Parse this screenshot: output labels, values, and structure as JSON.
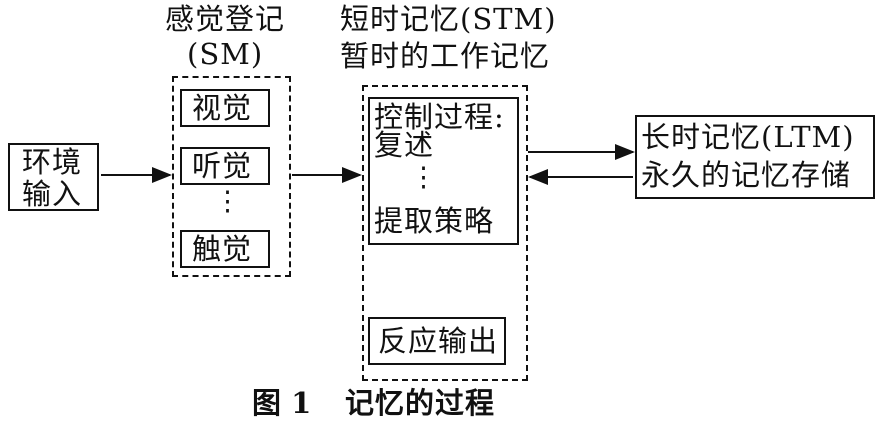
{
  "env_input": {
    "line1": "环境",
    "line2": "输入"
  },
  "sm": {
    "title": "感觉登记",
    "abbr": "(SM)",
    "items": [
      "视觉",
      "听觉",
      "触觉"
    ],
    "ellipsis": "⋮"
  },
  "stm": {
    "title": "短时记忆(STM)",
    "subtitle": "暂时的工作记忆",
    "control": {
      "line1": "控制过程:",
      "line2": "复述",
      "ellipsis": "⋮",
      "line3": "提取策略"
    },
    "output": "反应输出"
  },
  "ltm": {
    "line1": "长时记忆(LTM)",
    "line2": "永久的记忆存储"
  },
  "caption": {
    "label": "图 1",
    "title": "记忆的过程"
  }
}
